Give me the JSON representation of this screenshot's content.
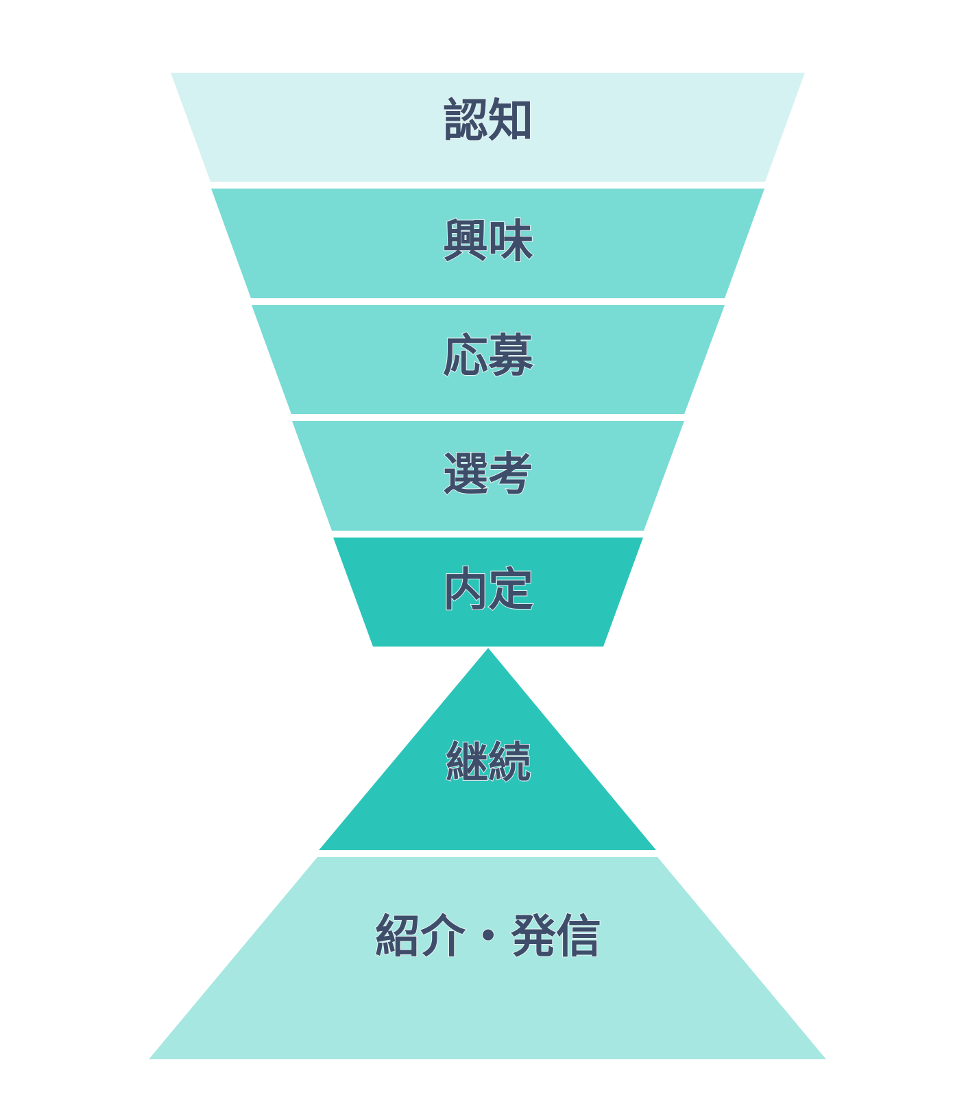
{
  "colors": {
    "stage_awareness": "#D4F2F1",
    "stage_mid": "#78DBD4",
    "stage_dark": "#2BC4B8",
    "stage_referral": "#A6E8E1",
    "text": "#3E4E6A"
  },
  "funnel": {
    "stages": [
      {
        "label": "認知"
      },
      {
        "label": "興味"
      },
      {
        "label": "応募"
      },
      {
        "label": "選考"
      },
      {
        "label": "内定"
      }
    ]
  },
  "pyramid": {
    "stages": [
      {
        "label": "継続"
      },
      {
        "label": "紹介・発信"
      }
    ]
  }
}
